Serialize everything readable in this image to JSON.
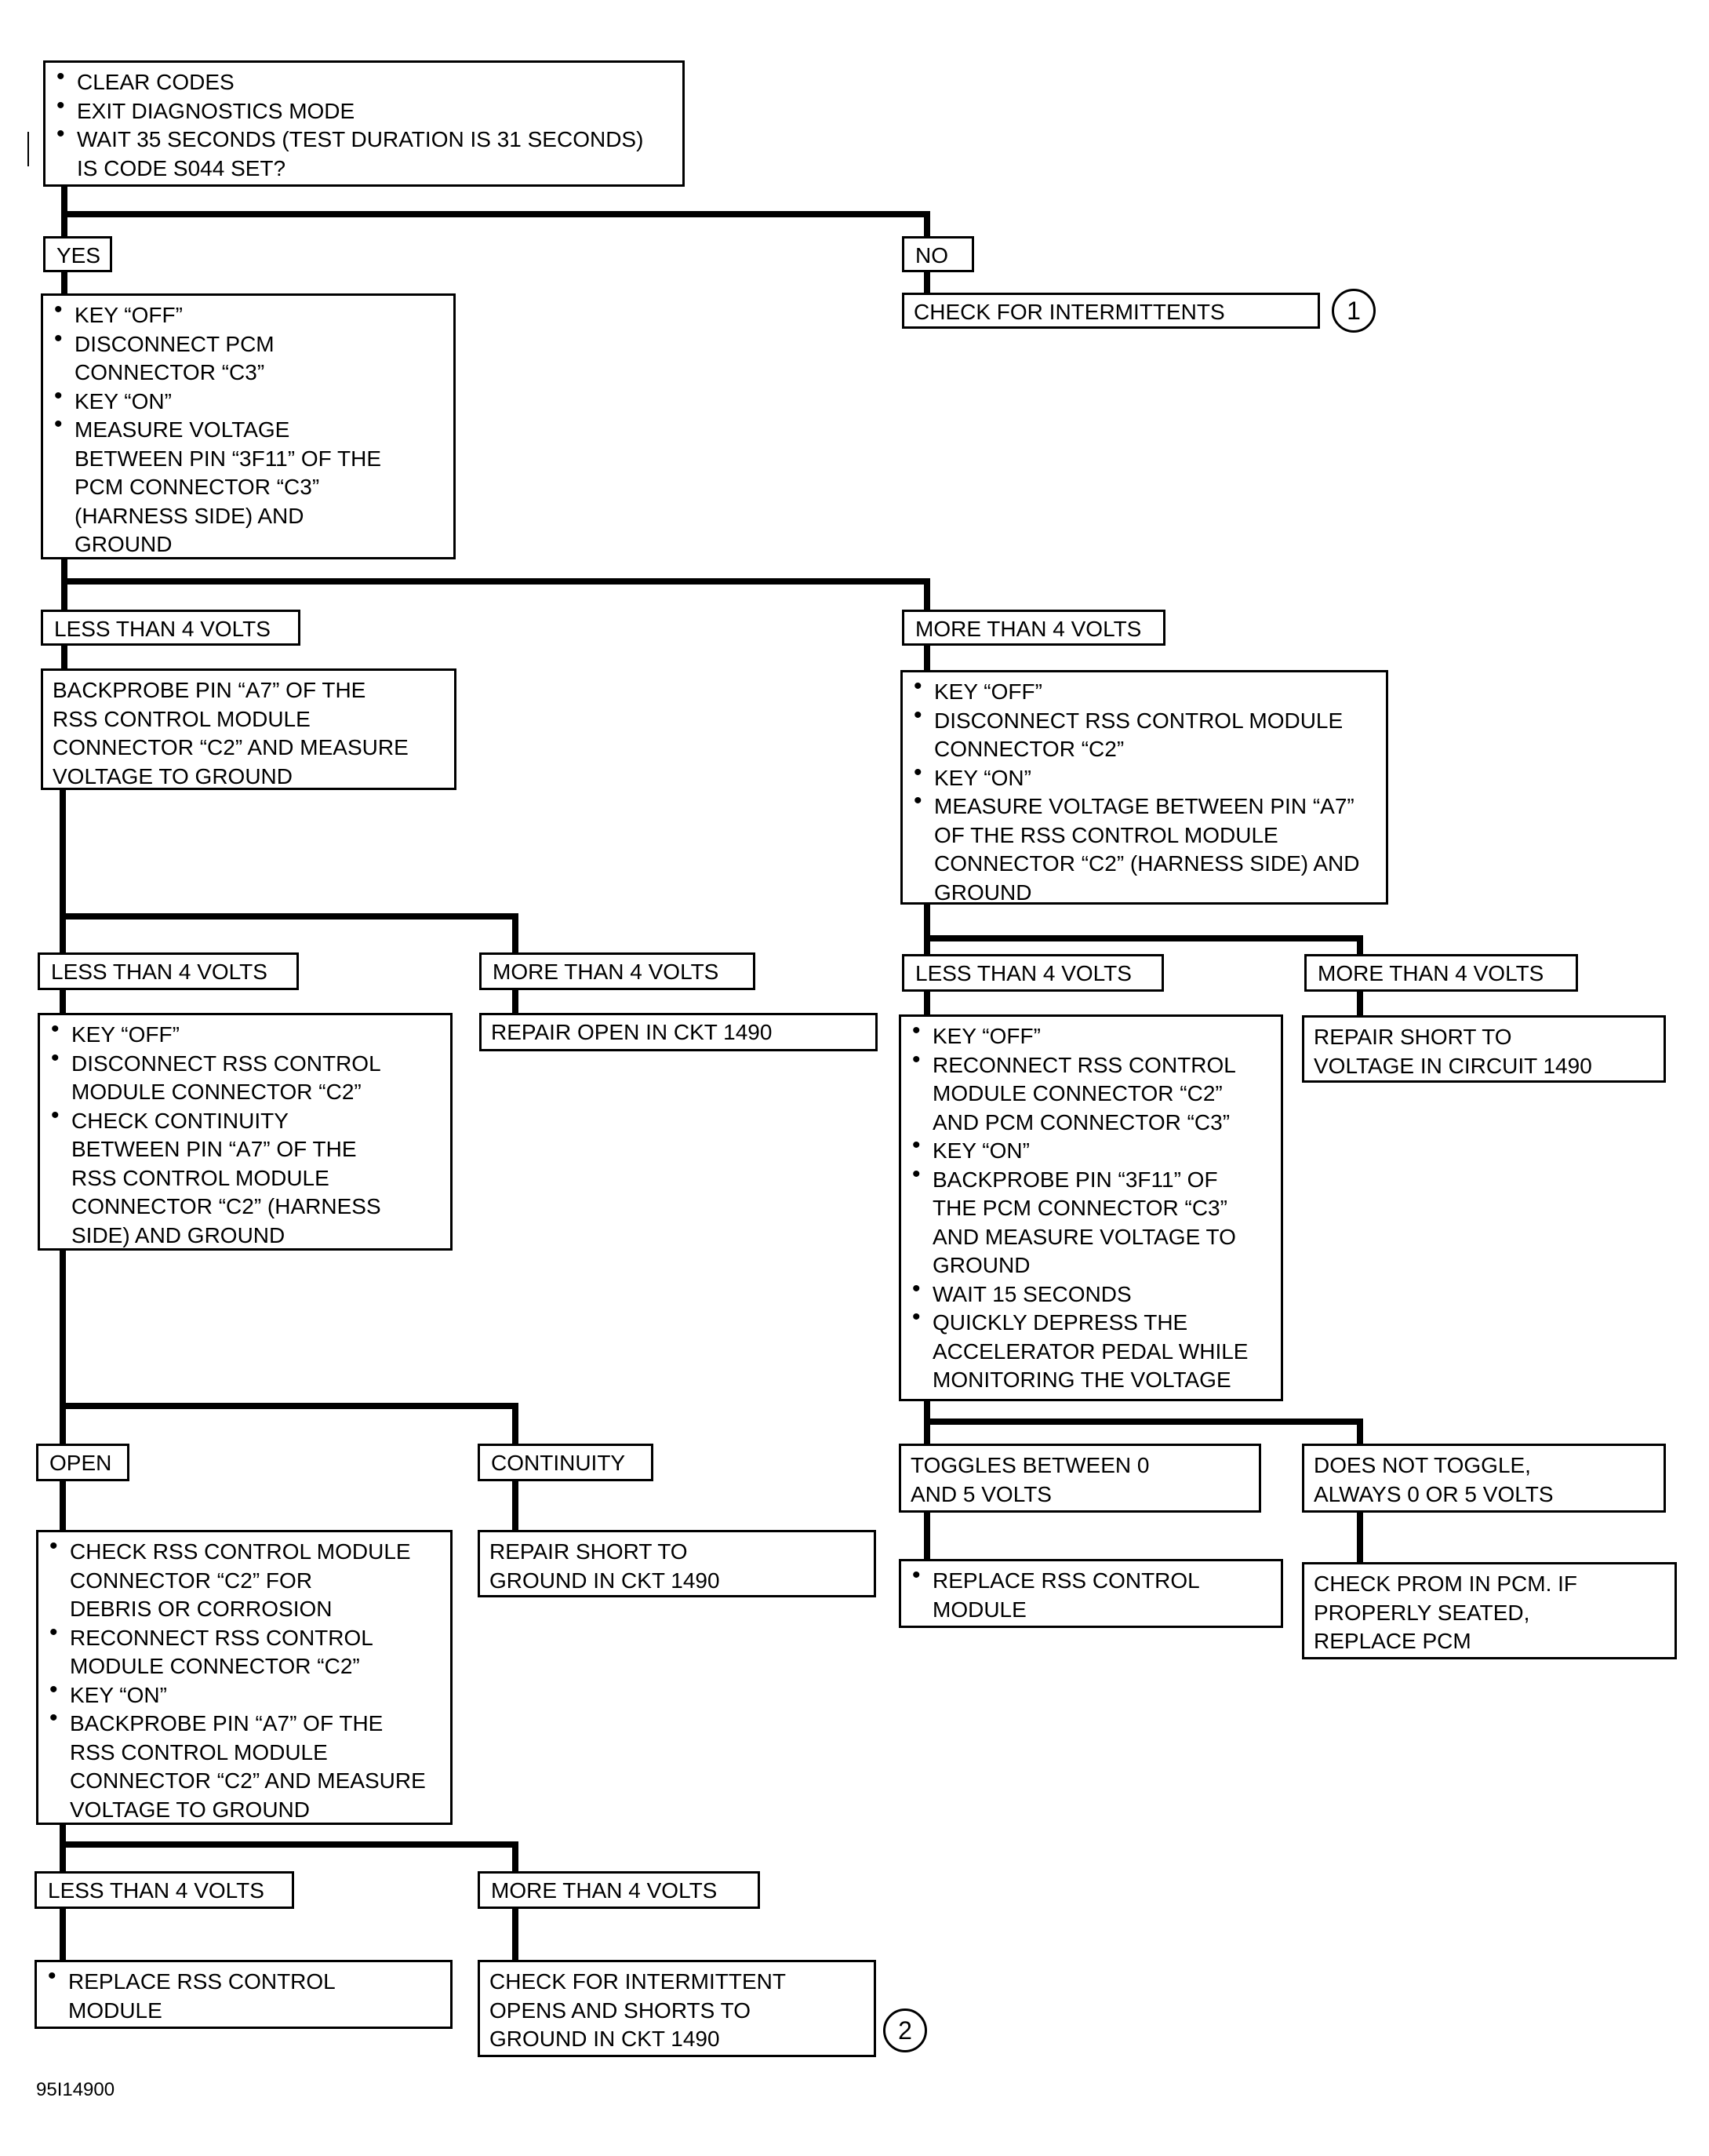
{
  "boxes": {
    "start": [
      {
        "t": "CLEAR CODES",
        "b": true
      },
      {
        "t": "EXIT DIAGNOSTICS MODE",
        "b": true
      },
      {
        "t": "WAIT 35 SECONDS (TEST DURATION IS 31 SECONDS)",
        "b": true
      },
      {
        "t": "IS CODE S044 SET?",
        "b": false
      }
    ],
    "yes": [
      {
        "t": "YES"
      }
    ],
    "no": [
      {
        "t": "NO"
      }
    ],
    "check_intermittents": [
      {
        "t": "CHECK FOR INTERMITTENTS"
      }
    ],
    "step_pcm": [
      {
        "t": "KEY “OFF”",
        "b": true
      },
      {
        "t": "DISCONNECT PCM",
        "b": true
      },
      {
        "t": "CONNECTOR “C3”",
        "b": false
      },
      {
        "t": "KEY “ON”",
        "b": true
      },
      {
        "t": "MEASURE VOLTAGE",
        "b": true
      },
      {
        "t": "BETWEEN PIN “3F11” OF THE",
        "b": false
      },
      {
        "t": "PCM CONNECTOR “C3”",
        "b": false
      },
      {
        "t": "(HARNESS SIDE) AND",
        "b": false
      },
      {
        "t": "GROUND",
        "b": false
      }
    ],
    "lt4_a": [
      {
        "t": "LESS THAN 4 VOLTS"
      }
    ],
    "mt4_a": [
      {
        "t": "MORE THAN 4 VOLTS"
      }
    ],
    "backprobe_a7": [
      {
        "t": "BACKPROBE PIN “A7” OF THE"
      },
      {
        "t": "RSS CONTROL MODULE"
      },
      {
        "t": "CONNECTOR “C2” AND MEASURE"
      },
      {
        "t": "VOLTAGE TO GROUND"
      }
    ],
    "step_rss_disconnect": [
      {
        "t": "KEY “OFF”",
        "b": true
      },
      {
        "t": "DISCONNECT RSS CONTROL MODULE",
        "b": true
      },
      {
        "t": "CONNECTOR “C2”",
        "b": false
      },
      {
        "t": "KEY “ON”",
        "b": true
      },
      {
        "t": "MEASURE VOLTAGE BETWEEN PIN “A7”",
        "b": true
      },
      {
        "t": "OF THE RSS CONTROL MODULE",
        "b": false
      },
      {
        "t": "CONNECTOR “C2” (HARNESS SIDE) AND",
        "b": false
      },
      {
        "t": "GROUND",
        "b": false
      }
    ],
    "lt4_b": [
      {
        "t": "LESS THAN 4 VOLTS"
      }
    ],
    "mt4_b": [
      {
        "t": "MORE THAN 4 VOLTS"
      }
    ],
    "lt4_c": [
      {
        "t": "LESS THAN 4 VOLTS"
      }
    ],
    "mt4_c": [
      {
        "t": "MORE THAN 4 VOLTS"
      }
    ],
    "repair_open": [
      {
        "t": "REPAIR OPEN IN CKT 1490"
      }
    ],
    "repair_short_voltage": [
      {
        "t": "REPAIR SHORT TO"
      },
      {
        "t": "VOLTAGE IN CIRCUIT 1490"
      }
    ],
    "step_continuity": [
      {
        "t": "KEY “OFF”",
        "b": true
      },
      {
        "t": "DISCONNECT RSS CONTROL",
        "b": true
      },
      {
        "t": "MODULE CONNECTOR “C2”",
        "b": false
      },
      {
        "t": "CHECK CONTINUITY",
        "b": true
      },
      {
        "t": "BETWEEN PIN “A7” OF THE",
        "b": false
      },
      {
        "t": "RSS CONTROL MODULE",
        "b": false
      },
      {
        "t": "CONNECTOR “C2” (HARNESS",
        "b": false
      },
      {
        "t": "SIDE) AND GROUND",
        "b": false
      }
    ],
    "step_toggle": [
      {
        "t": "KEY “OFF”",
        "b": true
      },
      {
        "t": "RECONNECT RSS CONTROL",
        "b": true
      },
      {
        "t": "MODULE CONNECTOR “C2”",
        "b": false
      },
      {
        "t": "AND PCM CONNECTOR “C3”",
        "b": false
      },
      {
        "t": "KEY “ON”",
        "b": true
      },
      {
        "t": "BACKPROBE PIN “3F11” OF",
        "b": true
      },
      {
        "t": "THE PCM CONNECTOR “C3”",
        "b": false
      },
      {
        "t": "AND MEASURE VOLTAGE TO",
        "b": false
      },
      {
        "t": "GROUND",
        "b": false
      },
      {
        "t": "WAIT 15 SECONDS",
        "b": true
      },
      {
        "t": "QUICKLY DEPRESS THE",
        "b": true
      },
      {
        "t": "ACCELERATOR PEDAL WHILE",
        "b": false
      },
      {
        "t": "MONITORING THE VOLTAGE",
        "b": false
      }
    ],
    "open": [
      {
        "t": "OPEN"
      }
    ],
    "continuity": [
      {
        "t": "CONTINUITY"
      }
    ],
    "toggles": [
      {
        "t": "TOGGLES BETWEEN 0"
      },
      {
        "t": "AND 5 VOLTS"
      }
    ],
    "not_toggle": [
      {
        "t": "DOES NOT TOGGLE,"
      },
      {
        "t": "ALWAYS 0 OR 5 VOLTS"
      }
    ],
    "step_open": [
      {
        "t": "CHECK RSS CONTROL MODULE",
        "b": true
      },
      {
        "t": "CONNECTOR “C2” FOR",
        "b": false
      },
      {
        "t": "DEBRIS OR CORROSION",
        "b": false
      },
      {
        "t": "RECONNECT RSS CONTROL",
        "b": true
      },
      {
        "t": "MODULE CONNECTOR “C2”",
        "b": false
      },
      {
        "t": "KEY “ON”",
        "b": true
      },
      {
        "t": "BACKPROBE PIN “A7” OF THE",
        "b": true
      },
      {
        "t": "RSS CONTROL MODULE",
        "b": false
      },
      {
        "t": "CONNECTOR “C2” AND MEASURE",
        "b": false
      },
      {
        "t": "VOLTAGE TO GROUND",
        "b": false
      }
    ],
    "repair_short_ground": [
      {
        "t": "REPAIR SHORT TO"
      },
      {
        "t": "GROUND IN CKT 1490"
      }
    ],
    "replace_rss_1": [
      {
        "t": "REPLACE RSS CONTROL",
        "b": true
      },
      {
        "t": "MODULE",
        "b": false
      }
    ],
    "check_prom": [
      {
        "t": "CHECK PROM IN PCM. IF"
      },
      {
        "t": "PROPERLY SEATED,"
      },
      {
        "t": "REPLACE PCM"
      }
    ],
    "lt4_d": [
      {
        "t": "LESS THAN 4 VOLTS"
      }
    ],
    "mt4_d": [
      {
        "t": "MORE THAN 4 VOLTS"
      }
    ],
    "replace_rss_2": [
      {
        "t": "REPLACE RSS CONTROL",
        "b": true
      },
      {
        "t": "MODULE",
        "b": false
      }
    ],
    "check_intermittent_opens": [
      {
        "t": "CHECK FOR INTERMITTENT"
      },
      {
        "t": "OPENS AND SHORTS TO"
      },
      {
        "t": "GROUND IN CKT 1490"
      }
    ]
  },
  "notes": {
    "circle_1": "1",
    "circle_2": "2"
  },
  "figure_id": "95I14900"
}
